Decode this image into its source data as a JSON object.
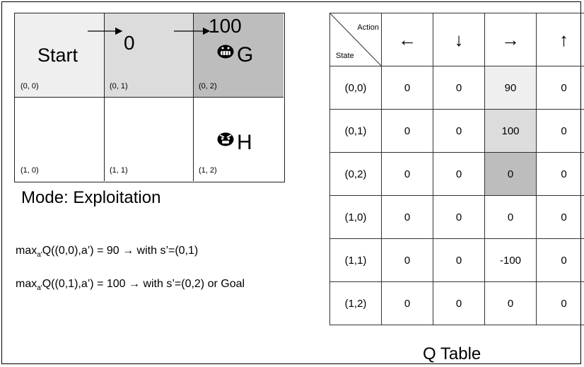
{
  "grid": {
    "cells": [
      {
        "coord": "(0, 0)",
        "label": "Start",
        "fill": "#efefef"
      },
      {
        "coord": "(0, 1)",
        "label": "0",
        "fill": "#dcdcdc"
      },
      {
        "coord": "(0, 2)",
        "label": "100",
        "fill": "#bdbdbd"
      },
      {
        "coord": "(1, 0)",
        "label": "",
        "fill": "#ffffff"
      },
      {
        "coord": "(1, 1)",
        "label": "",
        "fill": "#ffffff"
      },
      {
        "coord": "(1, 2)",
        "label": "",
        "fill": "#ffffff"
      }
    ],
    "goal_letter": "G",
    "hole_letter": "H"
  },
  "mode_text": "Mode: Exploitation",
  "formulas": [
    {
      "pre": "max",
      "sub": "a'",
      "post": "Q((0,0),a’) = 90  → with s’=(0,1)"
    },
    {
      "pre": "max",
      "sub": "a'",
      "post": "Q((0,1),a’) = 100 → with s’=(0,2) or Goal"
    }
  ],
  "qtable": {
    "corner_action": "Action",
    "corner_state": "State",
    "actions": [
      "←",
      "↓",
      "→",
      "↑"
    ],
    "rows": [
      {
        "state": "(0,0)",
        "values": [
          "0",
          "0",
          "90",
          "0"
        ]
      },
      {
        "state": "(0,1)",
        "values": [
          "0",
          "0",
          "100",
          "0"
        ]
      },
      {
        "state": "(0,2)",
        "values": [
          "0",
          "0",
          "0",
          "0"
        ]
      },
      {
        "state": "(1,0)",
        "values": [
          "0",
          "0",
          "0",
          "0"
        ]
      },
      {
        "state": "(1,1)",
        "values": [
          "0",
          "0",
          "-100",
          "0"
        ]
      },
      {
        "state": "(1,2)",
        "values": [
          "0",
          "0",
          "0",
          "0"
        ]
      }
    ],
    "highlight_colors": [
      "#efefef",
      "#dcdcdc",
      "#bdbdbd"
    ],
    "title": "Q Table"
  }
}
